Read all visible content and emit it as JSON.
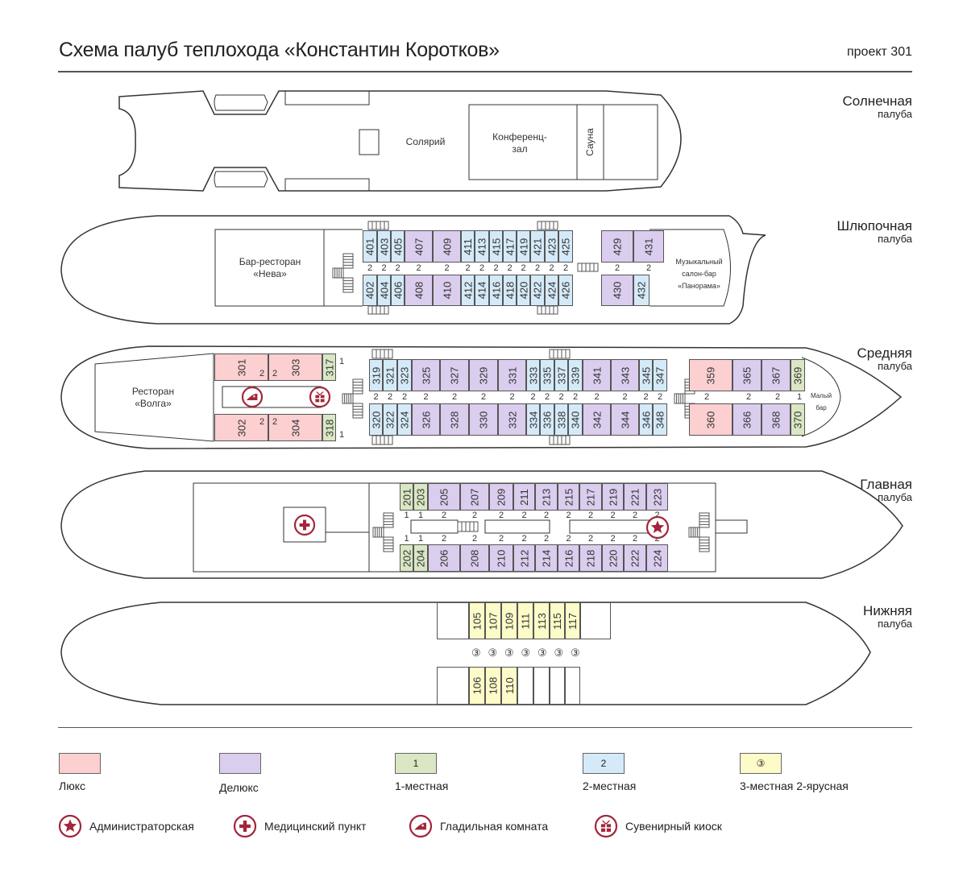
{
  "header": {
    "title": "Схема палуб теплохода «Константин Коротков»",
    "project": "проект 301"
  },
  "colors": {
    "lux": "#fccfd0",
    "deluxe": "#dbcdee",
    "single": "#d9e7c4",
    "double": "#d5eaf8",
    "triple": "#fdfbc8",
    "icon_red": "#a3263a",
    "outline": "#333333"
  },
  "decks": {
    "sun": {
      "name": "Солнечная",
      "sub": "палуба",
      "rooms": {
        "solarium": "Солярий",
        "conference": "Конференц-\nзал",
        "sauna": "Сауна"
      }
    },
    "boat": {
      "name": "Шлюпочная",
      "sub": "палуба",
      "rooms": {
        "bar": "Бар-ресторан\n«Нева»",
        "music": "Музыкальный\nсалон-бар\n«Панорама»"
      },
      "top": [
        {
          "n": "401",
          "t": "two",
          "cap": "2"
        },
        {
          "n": "403",
          "t": "two",
          "cap": "2"
        },
        {
          "n": "405",
          "t": "two",
          "cap": "2"
        },
        {
          "n": "407",
          "t": "dlx",
          "cap": "2"
        },
        {
          "n": "409",
          "t": "dlx",
          "cap": "2"
        },
        {
          "n": "411",
          "t": "two",
          "cap": "2"
        },
        {
          "n": "413",
          "t": "two",
          "cap": "2"
        },
        {
          "n": "415",
          "t": "two",
          "cap": "2"
        },
        {
          "n": "417",
          "t": "two",
          "cap": "2"
        },
        {
          "n": "419",
          "t": "two",
          "cap": "2"
        },
        {
          "n": "421",
          "t": "two",
          "cap": "2"
        },
        {
          "n": "423",
          "t": "two",
          "cap": "2"
        },
        {
          "n": "425",
          "t": "two",
          "cap": "2"
        }
      ],
      "bottom": [
        {
          "n": "402",
          "t": "two"
        },
        {
          "n": "404",
          "t": "two"
        },
        {
          "n": "406",
          "t": "two"
        },
        {
          "n": "408",
          "t": "dlx"
        },
        {
          "n": "410",
          "t": "dlx"
        },
        {
          "n": "412",
          "t": "two"
        },
        {
          "n": "414",
          "t": "two"
        },
        {
          "n": "416",
          "t": "two"
        },
        {
          "n": "418",
          "t": "two"
        },
        {
          "n": "420",
          "t": "two"
        },
        {
          "n": "422",
          "t": "two"
        },
        {
          "n": "424",
          "t": "two"
        },
        {
          "n": "426",
          "t": "two"
        }
      ],
      "fore_top": [
        {
          "n": "429",
          "t": "dlx",
          "cap": "2"
        },
        {
          "n": "431",
          "t": "dlx",
          "cap": "2"
        }
      ],
      "fore_bottom": [
        {
          "n": "430",
          "t": "dlx"
        },
        {
          "n": "432",
          "t": "two"
        }
      ]
    },
    "middle": {
      "name": "Средняя",
      "sub": "палуба",
      "rooms": {
        "restaurant": "Ресторан\n«Волга»",
        "small_bar": "Малый\nбар"
      },
      "aft_top": [
        {
          "n": "301",
          "t": "lux",
          "cap": "2"
        },
        {
          "n": "303",
          "t": "lux",
          "cap": "2"
        },
        {
          "n": "317",
          "t": "one",
          "cap": "1"
        }
      ],
      "aft_bottom": [
        {
          "n": "302",
          "t": "lux",
          "cap": "2"
        },
        {
          "n": "304",
          "t": "lux",
          "cap": "2"
        },
        {
          "n": "318",
          "t": "one",
          "cap": "1"
        }
      ],
      "top": [
        {
          "n": "319",
          "t": "two",
          "cap": "2"
        },
        {
          "n": "321",
          "t": "two",
          "cap": "2"
        },
        {
          "n": "323",
          "t": "two",
          "cap": "2"
        },
        {
          "n": "325",
          "t": "dlx",
          "cap": "2"
        },
        {
          "n": "327",
          "t": "dlx",
          "cap": "2"
        },
        {
          "n": "329",
          "t": "dlx",
          "cap": "2"
        },
        {
          "n": "331",
          "t": "dlx",
          "cap": "2"
        },
        {
          "n": "333",
          "t": "two",
          "cap": "2"
        },
        {
          "n": "335",
          "t": "two",
          "cap": "2"
        },
        {
          "n": "337",
          "t": "two",
          "cap": "2"
        },
        {
          "n": "339",
          "t": "two",
          "cap": "2"
        },
        {
          "n": "341",
          "t": "dlx",
          "cap": "2"
        },
        {
          "n": "343",
          "t": "dlx",
          "cap": "2"
        },
        {
          "n": "345",
          "t": "two",
          "cap": "2"
        },
        {
          "n": "347",
          "t": "two",
          "cap": "2"
        }
      ],
      "bottom": [
        {
          "n": "320",
          "t": "two"
        },
        {
          "n": "322",
          "t": "two"
        },
        {
          "n": "324",
          "t": "two"
        },
        {
          "n": "326",
          "t": "dlx"
        },
        {
          "n": "328",
          "t": "dlx"
        },
        {
          "n": "330",
          "t": "dlx"
        },
        {
          "n": "332",
          "t": "dlx"
        },
        {
          "n": "334",
          "t": "two"
        },
        {
          "n": "336",
          "t": "two"
        },
        {
          "n": "338",
          "t": "two"
        },
        {
          "n": "340",
          "t": "two"
        },
        {
          "n": "342",
          "t": "dlx"
        },
        {
          "n": "344",
          "t": "dlx"
        },
        {
          "n": "346",
          "t": "two"
        },
        {
          "n": "348",
          "t": "two"
        }
      ],
      "fore_top": [
        {
          "n": "359",
          "t": "lux",
          "cap": "2"
        },
        {
          "n": "365",
          "t": "dlx",
          "cap": "2"
        },
        {
          "n": "367",
          "t": "dlx",
          "cap": "2"
        },
        {
          "n": "369",
          "t": "one",
          "cap": "1"
        }
      ],
      "fore_bottom": [
        {
          "n": "360",
          "t": "lux"
        },
        {
          "n": "366",
          "t": "dlx"
        },
        {
          "n": "368",
          "t": "dlx"
        },
        {
          "n": "370",
          "t": "one"
        }
      ]
    },
    "main": {
      "name": "Главная",
      "sub": "палуба",
      "top": [
        {
          "n": "201",
          "t": "one",
          "cap": "1"
        },
        {
          "n": "203",
          "t": "one",
          "cap": "1"
        },
        {
          "n": "205",
          "t": "dlx",
          "cap": "2"
        },
        {
          "n": "207",
          "t": "dlx",
          "cap": "2"
        },
        {
          "n": "209",
          "t": "dlx",
          "cap": "2"
        },
        {
          "n": "211",
          "t": "dlx",
          "cap": "2"
        },
        {
          "n": "213",
          "t": "dlx",
          "cap": "2"
        },
        {
          "n": "215",
          "t": "dlx",
          "cap": "2"
        },
        {
          "n": "217",
          "t": "dlx",
          "cap": "2"
        },
        {
          "n": "219",
          "t": "dlx",
          "cap": "2"
        },
        {
          "n": "221",
          "t": "dlx",
          "cap": "2"
        },
        {
          "n": "223",
          "t": "dlx",
          "cap": "2"
        }
      ],
      "bottom": [
        {
          "n": "202",
          "t": "one",
          "cap": "1"
        },
        {
          "n": "204",
          "t": "one",
          "cap": "1"
        },
        {
          "n": "206",
          "t": "dlx",
          "cap": "2"
        },
        {
          "n": "208",
          "t": "dlx",
          "cap": "2"
        },
        {
          "n": "210",
          "t": "dlx",
          "cap": "2"
        },
        {
          "n": "212",
          "t": "dlx",
          "cap": "2"
        },
        {
          "n": "214",
          "t": "dlx",
          "cap": "2"
        },
        {
          "n": "216",
          "t": "dlx",
          "cap": "2"
        },
        {
          "n": "218",
          "t": "dlx",
          "cap": "2"
        },
        {
          "n": "220",
          "t": "dlx",
          "cap": "2"
        },
        {
          "n": "222",
          "t": "dlx",
          "cap": "2"
        },
        {
          "n": "224",
          "t": "dlx",
          "cap": "2"
        }
      ]
    },
    "lower": {
      "name": "Нижняя",
      "sub": "палуба",
      "top": [
        {
          "n": "",
          "t": "empty"
        },
        {
          "n": "105",
          "t": "three"
        },
        {
          "n": "107",
          "t": "three"
        },
        {
          "n": "109",
          "t": "three"
        },
        {
          "n": "111",
          "t": "three"
        },
        {
          "n": "113",
          "t": "three"
        },
        {
          "n": "115",
          "t": "three"
        },
        {
          "n": "117",
          "t": "three"
        },
        {
          "n": "",
          "t": "empty"
        }
      ],
      "bottom": [
        {
          "n": "",
          "t": "empty"
        },
        {
          "n": "106",
          "t": "three"
        },
        {
          "n": "108",
          "t": "three"
        },
        {
          "n": "110",
          "t": "three"
        },
        {
          "n": "",
          "t": "empty"
        },
        {
          "n": "",
          "t": "empty"
        },
        {
          "n": "",
          "t": "empty"
        },
        {
          "n": "",
          "t": "empty"
        }
      ],
      "cap_symbol": "③",
      "cap_count": 7
    }
  },
  "legend": {
    "types": [
      {
        "key": "lux",
        "label": "Люкс",
        "sym": ""
      },
      {
        "key": "dlx",
        "label": "Делюкс",
        "sym": ""
      },
      {
        "key": "one",
        "label": "1-местная",
        "sym": "1"
      },
      {
        "key": "two",
        "label": "2-местная",
        "sym": "2"
      },
      {
        "key": "three",
        "label": "3-местная 2-ярусная",
        "sym": "③"
      }
    ],
    "icons": [
      {
        "icon": "star-icon",
        "label": "Администраторская"
      },
      {
        "icon": "medical-cross-icon",
        "label": "Медицинский пункт"
      },
      {
        "icon": "iron-icon",
        "label": "Гладильная комната"
      },
      {
        "icon": "gift-icon",
        "label": "Сувенирный киоск"
      }
    ]
  }
}
